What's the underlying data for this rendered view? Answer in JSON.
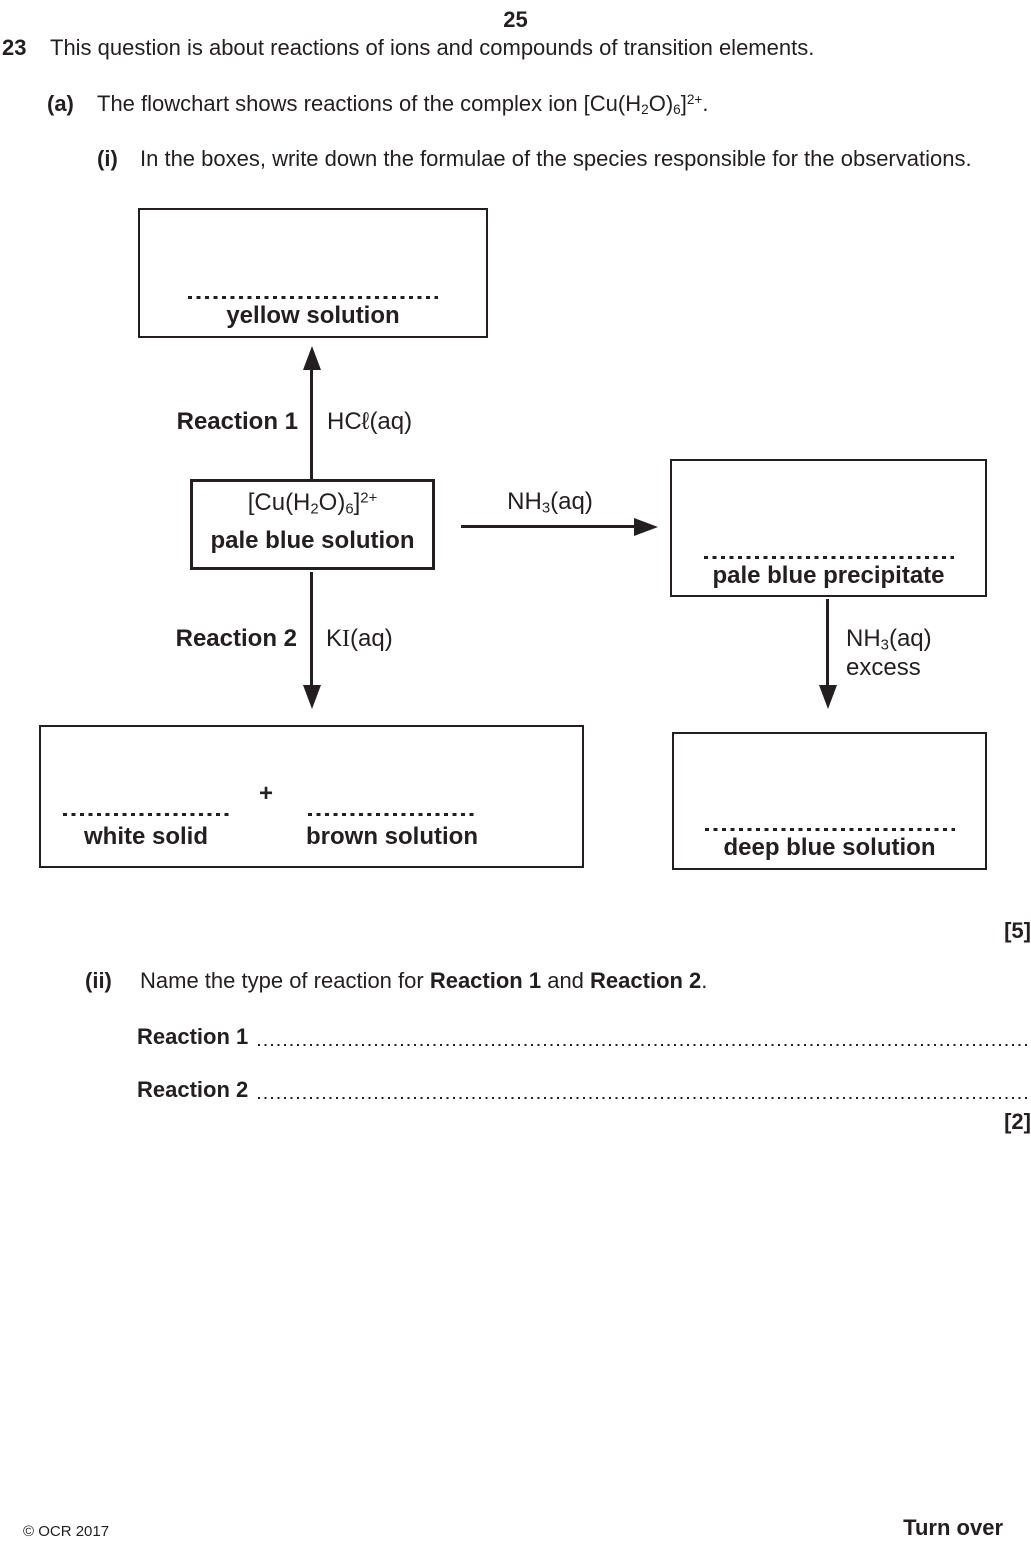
{
  "page": {
    "number": "25",
    "footer_left": "© OCR 2017",
    "footer_right": "Turn over"
  },
  "question": {
    "number": "23",
    "intro": "This question is about reactions of ions and compounds of transition elements.",
    "part_a_marker": "(a)",
    "part_a_text": [
      {
        "t": "The flowchart shows reactions of the complex ion [Cu(H"
      },
      {
        "t": "2",
        "s": "sub"
      },
      {
        "t": "O)"
      },
      {
        "t": "6",
        "s": "sub"
      },
      {
        "t": "]"
      },
      {
        "t": "2+",
        "s": "sup"
      },
      {
        "t": "."
      }
    ],
    "part_i_marker": "(i)",
    "part_i_text": "In the boxes, write down the formulae of the species responsible for the observations.",
    "part_i_mark": "[5]",
    "part_ii_marker": "(ii)",
    "part_ii_text": [
      {
        "t": "Name the type of reaction for "
      },
      {
        "t": "Reaction 1",
        "s": "b"
      },
      {
        "t": " and "
      },
      {
        "t": "Reaction 2",
        "s": "b"
      },
      {
        "t": "."
      }
    ],
    "part_ii_mark": "[2]",
    "answers": {
      "reaction1_label": "Reaction 1",
      "reaction2_label": "Reaction 2"
    }
  },
  "flowchart": {
    "ink_color": "#231f20",
    "boxes": {
      "yellow": {
        "label": "yellow solution"
      },
      "center": {
        "formula": [
          {
            "t": "[Cu(H"
          },
          {
            "t": "2",
            "s": "sub"
          },
          {
            "t": "O)"
          },
          {
            "t": "6",
            "s": "sub"
          },
          {
            "t": "]"
          },
          {
            "t": "2+",
            "s": "sup"
          }
        ],
        "label": "pale blue solution"
      },
      "precipitate": {
        "label": "pale blue precipitate"
      },
      "iodide": {
        "plus": "+",
        "left_label": "white solid",
        "right_label": "brown solution"
      },
      "deep_blue": {
        "label": "deep blue solution"
      }
    },
    "labels": {
      "reaction1": "Reaction 1",
      "hcl": [
        {
          "t": "HC"
        },
        {
          "t": "ℓ"
        },
        {
          "t": "(aq)"
        }
      ],
      "reaction2": "Reaction 2",
      "ki": [
        {
          "t": "K"
        },
        {
          "t": "I",
          "s": "serif"
        },
        {
          "t": "(aq)"
        }
      ],
      "nh3": [
        {
          "t": "NH"
        },
        {
          "t": "3",
          "s": "sub"
        },
        {
          "t": "(aq)"
        }
      ],
      "nh3_excess_line1": [
        {
          "t": "NH"
        },
        {
          "t": "3",
          "s": "sub"
        },
        {
          "t": "(aq)"
        }
      ],
      "nh3_excess_line2": "excess"
    }
  }
}
